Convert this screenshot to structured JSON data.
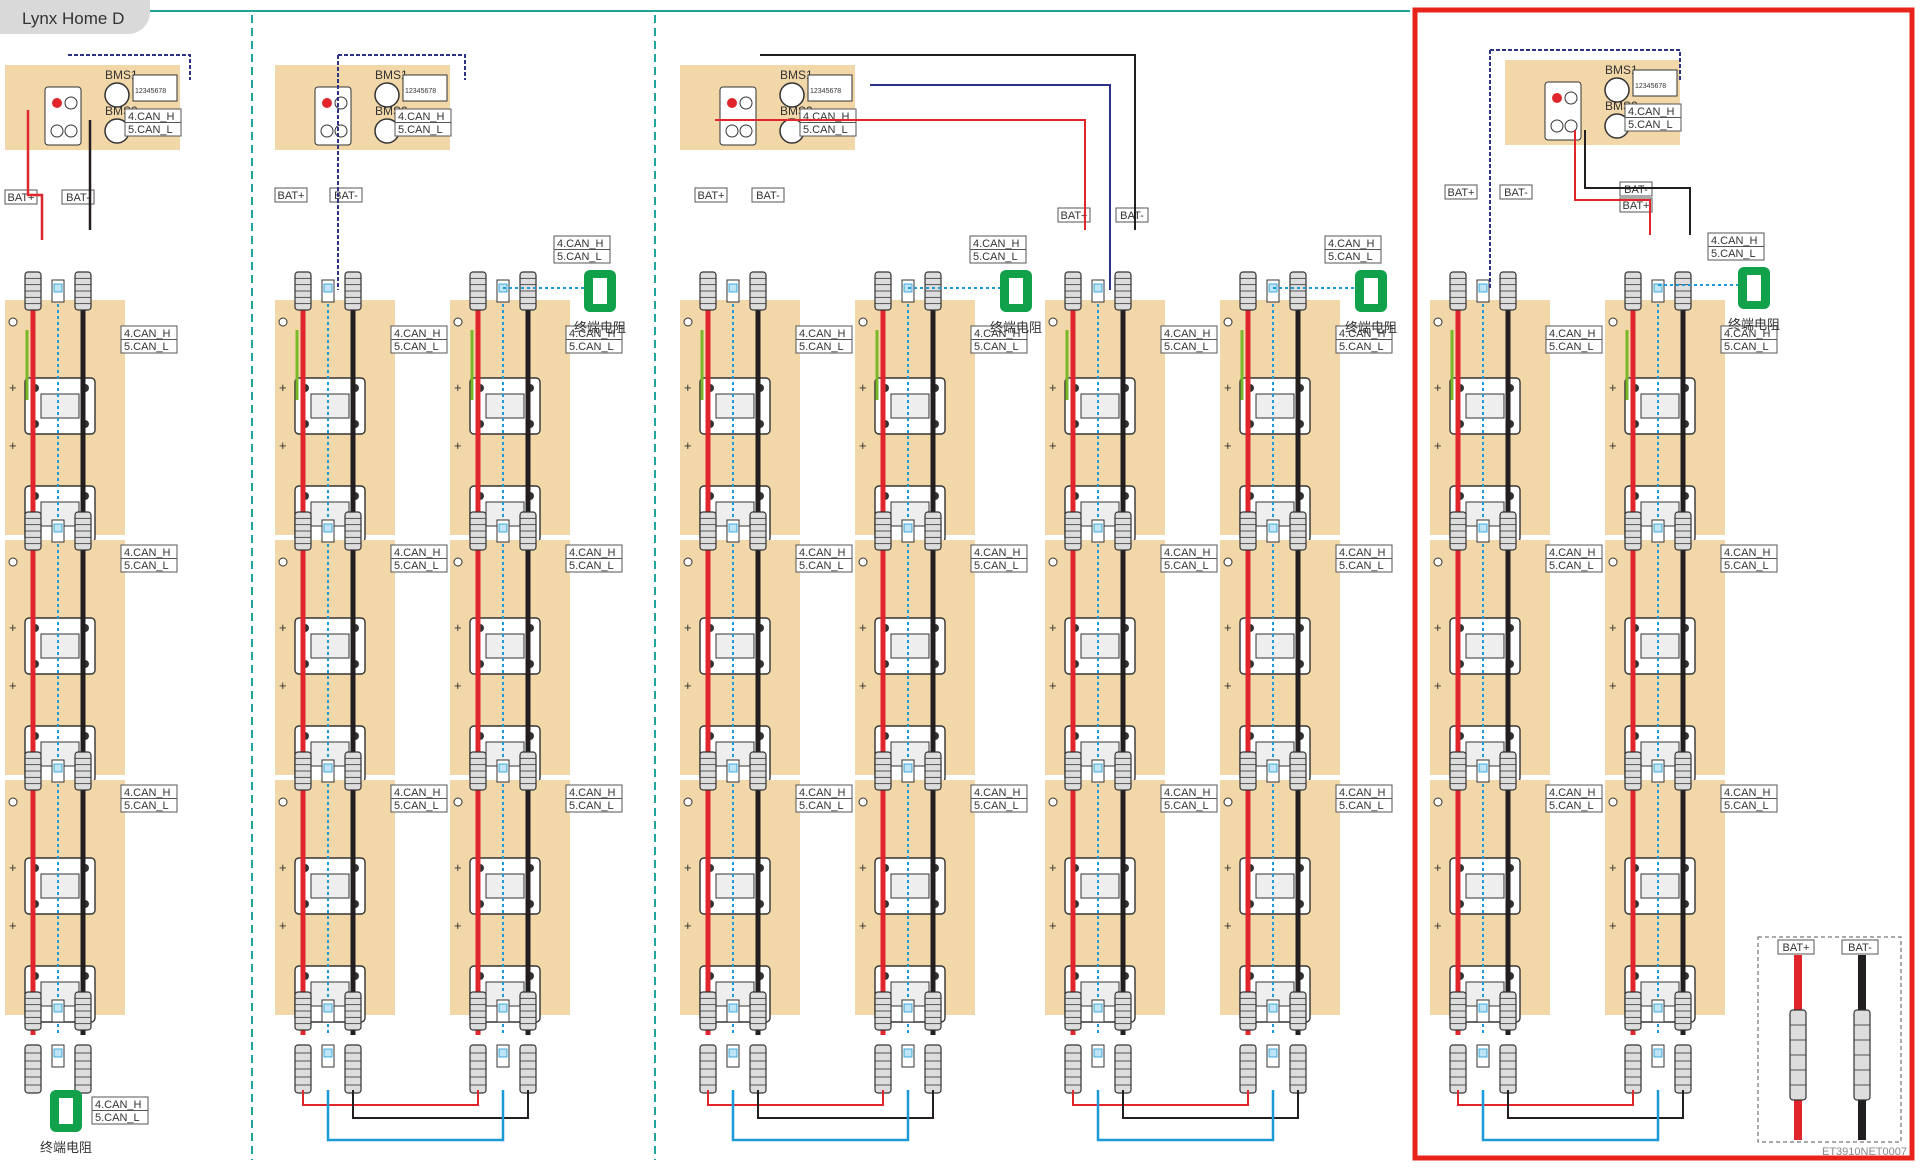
{
  "header": {
    "title": "Lynx Home D"
  },
  "labels": {
    "bms1": "BMS1",
    "bms2": "BMS2",
    "can_h": "4.CAN_H",
    "can_l": "5.CAN_L",
    "bat_pos": "BAT+",
    "bat_neg": "BAT-",
    "terminal_resistor": "终端电阻",
    "rj45_pins": "12345678",
    "plus": "+"
  },
  "legend": {
    "pos": "BAT+",
    "neg": "BAT-"
  },
  "figure_code": "ET3910NET0007",
  "colors": {
    "cabinet": "#f2d7a8",
    "bat_positive": "#e0262c",
    "bat_negative": "#231f20",
    "can_wire": "#1a9ad6",
    "communication_wire": "#2c3387",
    "ground_wire": "#7ab82a",
    "terminal_green": "#12a14b",
    "highlight_frame": "#e8231c",
    "divider": "#1fa59c"
  },
  "configurations": [
    {
      "name": "single-cluster",
      "columns": 1,
      "modules_per_column": 3,
      "terminal_resistor": "bottom"
    },
    {
      "name": "two-columns-one-bms",
      "columns": 2,
      "modules_per_column": 3,
      "terminal_resistor": "top-right"
    },
    {
      "name": "two-clusters-parallel",
      "columns": 4,
      "modules_per_column": 3,
      "terminal_resistor": "top-right"
    },
    {
      "name": "two-columns-highlighted",
      "columns": 2,
      "modules_per_column": 3,
      "terminal_resistor": "top-right",
      "highlighted": true
    }
  ]
}
